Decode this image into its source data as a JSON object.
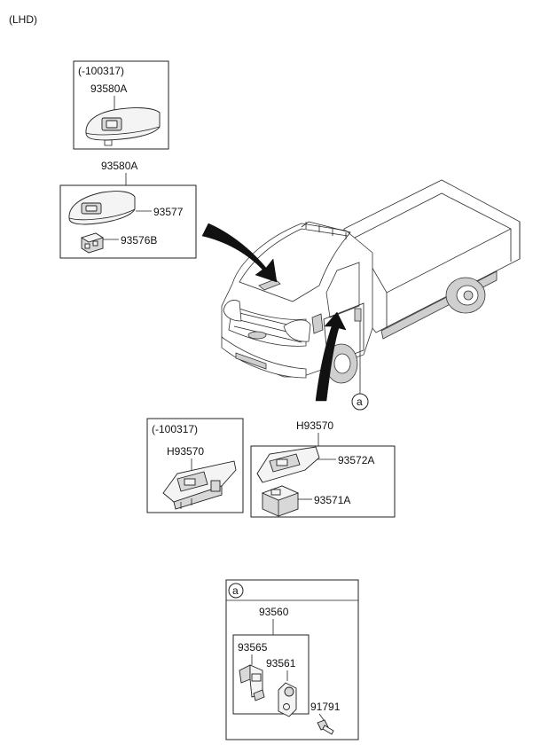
{
  "header": {
    "variant": "(LHD)"
  },
  "group_top": {
    "box1": {
      "date": "(-100317)",
      "part": "93580A"
    },
    "assembly": "93580A",
    "box2_parts": [
      "93577",
      "93576B"
    ]
  },
  "group_mid": {
    "box3": {
      "date": "(-100317)",
      "part": "H93570"
    },
    "assembly": "H93570",
    "box4_parts": [
      "93572A",
      "93571A"
    ]
  },
  "callout": "a",
  "group_bottom": {
    "marker": "a",
    "assembly": "93560",
    "parts": [
      "93565",
      "93561",
      "91791"
    ]
  }
}
